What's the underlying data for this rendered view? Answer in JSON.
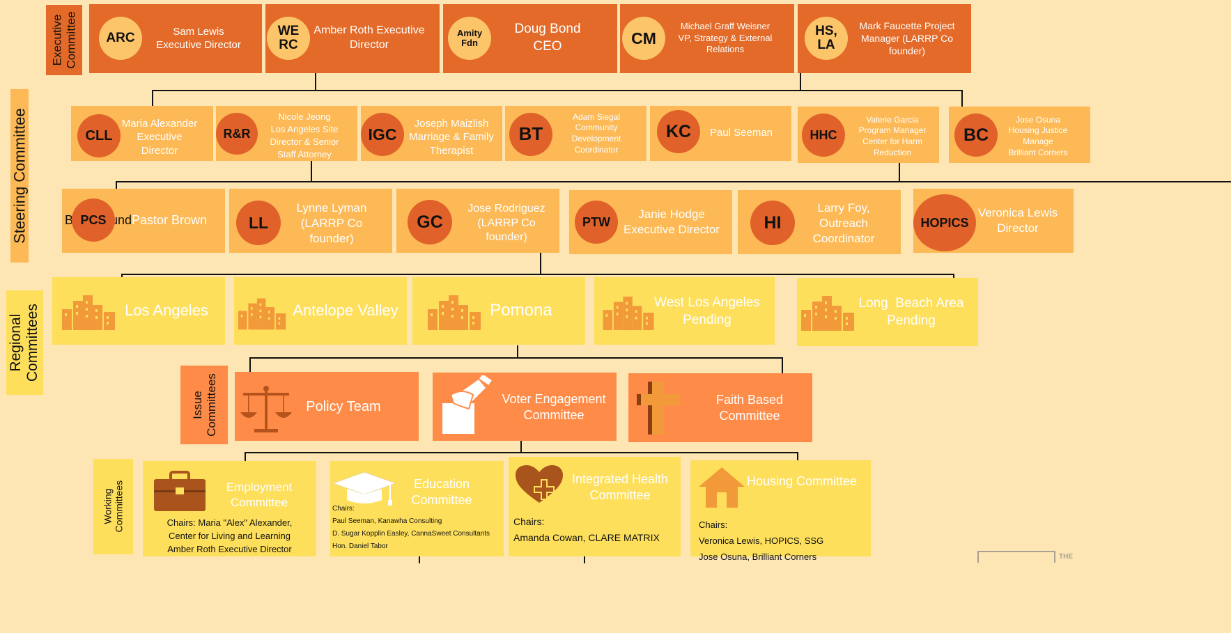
{
  "sections": {
    "executive": "Executive\nCommittee",
    "steering": "Steering Committee",
    "regional": "Regional\nCommittees",
    "issue": "Issue\nCommittees",
    "working": "Working\nCommittees"
  },
  "executive": [
    {
      "abbr": "ARC",
      "text": "Sam Lewis\nExecutive Director"
    },
    {
      "abbr": "WE\nRC",
      "text": "Amber Roth Executive\nDirector"
    },
    {
      "abbr": "Amity\nFdn",
      "text": "Doug Bond\nCEO"
    },
    {
      "abbr": "CM",
      "text": "Michael Graff Weisner\nVP, Strategy & External\nRelations"
    },
    {
      "abbr": "HS,\nLA",
      "text": "Mark Faucette Project\nManager (LARRP Co\nfounder)"
    }
  ],
  "steering_row1": [
    {
      "abbr": "CLL",
      "text": "Maria Alexander\nExecutive\nDirector"
    },
    {
      "abbr": "R&R",
      "text": "Nicole Jeong\nLos Angeles Site\nDirector & Senior\nStaff Attorney"
    },
    {
      "abbr": "IGC",
      "text": "Joseph Maizlish\nMarriage & Family\nTherapist"
    },
    {
      "abbr": "BT",
      "text": "Adam Siegal\nCommunity\nDevelopment\nCoordinator"
    },
    {
      "abbr": "KC",
      "text": "Paul Seeman"
    },
    {
      "abbr": "HHC",
      "text": "Valerie Garcia\nProgram Manager\nCenter for Harm\nReduction"
    },
    {
      "abbr": "BC",
      "text": "Jose Osuna\nHousing Justice\nManage\nBrilliant Corners"
    }
  ],
  "steering_row2": [
    {
      "abbr": "PCS",
      "text": "Pastor Brown",
      "ghost": "Background"
    },
    {
      "abbr": "LL",
      "text": "Lynne Lyman\n(LARRP Co\nfounder)"
    },
    {
      "abbr": "GC",
      "text": "Jose Rodriguez\n(LARRP Co\nfounder)"
    },
    {
      "abbr": "PTW",
      "text": "Janie Hodge\nExecutive Director"
    },
    {
      "abbr": "HI",
      "text": "Larry Foy,\nOutreach\nCoordinator"
    },
    {
      "abbr": "HOPICS",
      "text": "Veronica Lewis\nDirector"
    }
  ],
  "regional": [
    {
      "name": "Los Angeles",
      "icon": "city-icon"
    },
    {
      "name": "Antelope Valley",
      "icon": "city-icon"
    },
    {
      "name": "Pomona",
      "icon": "city-icon"
    },
    {
      "name": "West Los Angeles\nPending",
      "icon": "city-icon"
    },
    {
      "name": "Long  Beach Area\nPending",
      "icon": "city-icon"
    }
  ],
  "issue": [
    {
      "name": "Policy Team",
      "icon": "scales-icon"
    },
    {
      "name": "Voter Engagement\nCommittee",
      "icon": "ballot-icon"
    },
    {
      "name": "Faith Based\nCommittee",
      "icon": "cross-icon"
    }
  ],
  "working": [
    {
      "name": "Employment\nCommittee",
      "icon": "briefcase-icon",
      "chairs": "Chairs: Maria \"Alex\" Alexander,\nCenter for Living and Learning\nAmber Roth Executive Director"
    },
    {
      "name": "Education\nCommittee",
      "icon": "graduation-cap-icon",
      "chairs": "Chairs:\nPaul Seeman, Kanawha Consulting\nD. Sugar Kopplin Easley, CannaSweet Consultants\nHon. Daniel Tabor"
    },
    {
      "name": "Integrated Health\nCommittee",
      "icon": "heart-plus-icon",
      "chairs": "Chairs:\nAmanda Cowan, CLARE MATRIX"
    },
    {
      "name": "Housing Committee",
      "icon": "house-icon",
      "chairs": "Chairs:\nVeronica Lewis, HOPICS, SSG\nJose Osuna, Brilliant Corners"
    }
  ],
  "colors": {
    "background": "#fde6b4",
    "executive": "#e36a28",
    "steering": "#fcb955",
    "regional": "#fedf5c",
    "issue": "#fe8c48",
    "circle_light": "#fcc56a",
    "circle_dark": "#e0622a"
  }
}
